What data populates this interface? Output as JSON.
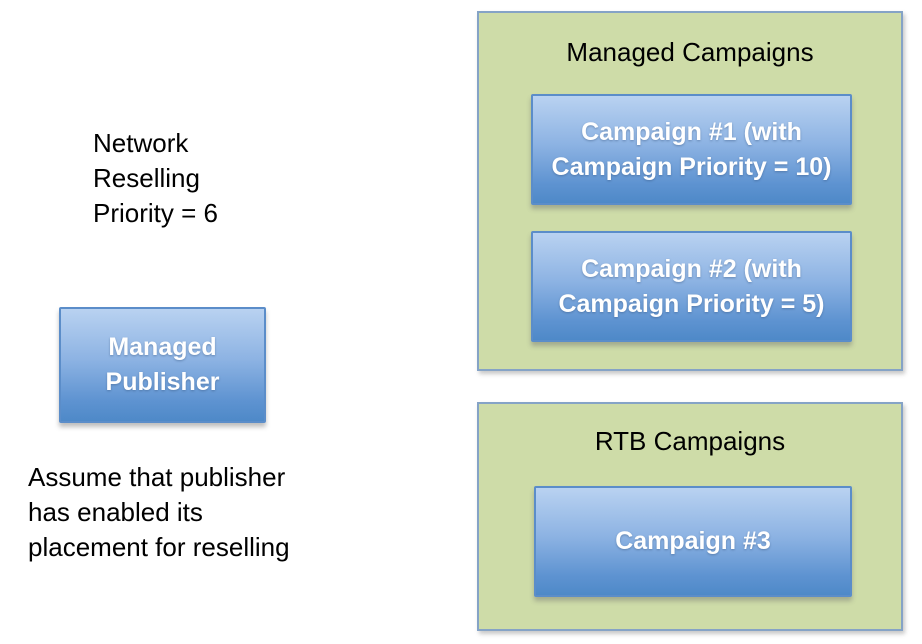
{
  "diagram": {
    "left_panel": {
      "network_note": {
        "lines": [
          "Network",
          "Reselling",
          "Priority = 6"
        ]
      },
      "publisher_box": {
        "label": "Managed Publisher"
      },
      "assumption_note": {
        "lines": [
          "Assume that publisher",
          "has enabled its",
          "placement for reselling"
        ]
      }
    },
    "managed_campaigns_group": {
      "title": "Managed Campaigns",
      "campaigns": [
        {
          "label": "Campaign #1 (with Campaign Priority = 10)"
        },
        {
          "label": "Campaign #2 (with Campaign Priority = 5)"
        }
      ]
    },
    "rtb_campaigns_group": {
      "title": "RTB Campaigns",
      "campaigns": [
        {
          "label": "Campaign #3"
        }
      ]
    }
  },
  "colors": {
    "green_fill": "#cedca8",
    "green_border": "#85a3c6",
    "blue_gradient_top": "#b9d2f1",
    "blue_gradient_bottom": "#4e89c8",
    "blue_border": "#5b8dc9",
    "text_black": "#000000",
    "text_white": "#ffffff"
  }
}
